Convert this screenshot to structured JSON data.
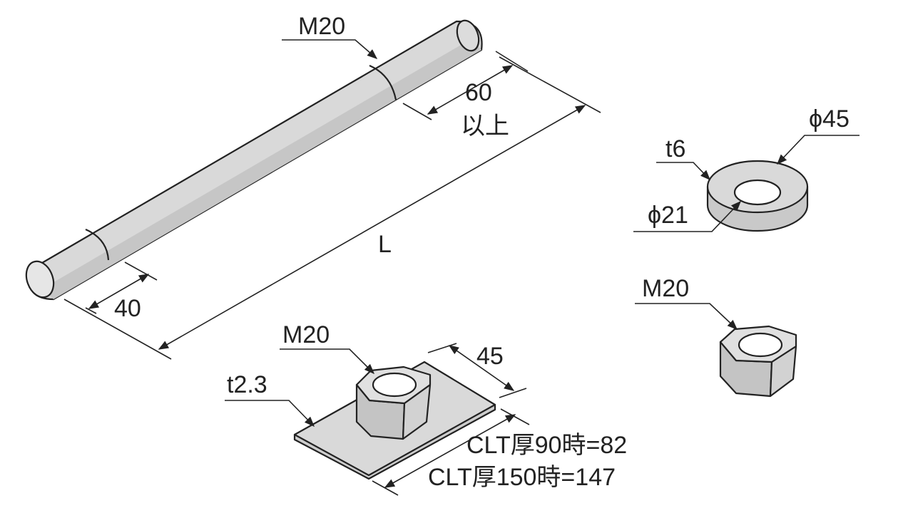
{
  "bolt": {
    "thread_label": "M20",
    "length_label": "L",
    "end_thread_label": "40",
    "top_thread_label": "60",
    "top_thread_note": "以上"
  },
  "washer": {
    "thickness_label": "t6",
    "outer_diameter_label": "ϕ45",
    "inner_diameter_label": "ϕ21"
  },
  "nut": {
    "size_label": "M20"
  },
  "plate_nut": {
    "size_label": "M20",
    "plate_thickness_label": "t2.3",
    "width_label": "45",
    "length_label_90": "CLT厚90時=82",
    "length_label_150": "CLT厚150時=147"
  },
  "colors": {
    "part_fill": "#d9d9d9",
    "part_shadow": "#c4c4c4",
    "line": "#222222"
  }
}
